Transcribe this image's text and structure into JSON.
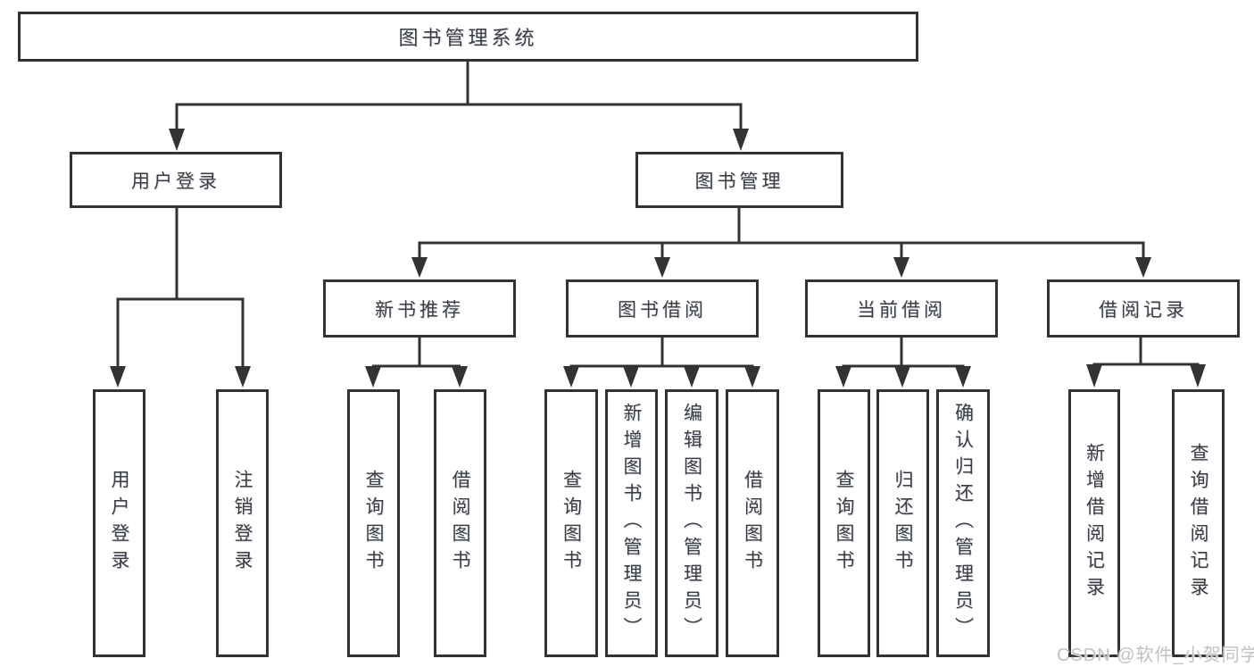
{
  "diagram": {
    "type": "hierarchy-tree",
    "tree": {
      "root": "图书管理系统",
      "children": [
        {
          "label": "用户登录",
          "children": [
            {
              "label": "用户登录"
            },
            {
              "label": "注销登录"
            }
          ]
        },
        {
          "label": "图书管理",
          "children": [
            {
              "label": "新书推荐",
              "children": [
                {
                  "label": "查询图书"
                },
                {
                  "label": "借阅图书"
                }
              ]
            },
            {
              "label": "图书借阅",
              "children": [
                {
                  "label": "查询图书"
                },
                {
                  "label": "新增图书（管理员）"
                },
                {
                  "label": "编辑图书（管理员）"
                },
                {
                  "label": "借阅图书"
                }
              ]
            },
            {
              "label": "当前借阅",
              "children": [
                {
                  "label": "查询图书"
                },
                {
                  "label": "归还图书"
                },
                {
                  "label": "确认归还（管理员）"
                }
              ]
            },
            {
              "label": "借阅记录",
              "children": [
                {
                  "label": "新增借阅记录"
                },
                {
                  "label": "查询借阅记录"
                }
              ]
            }
          ]
        }
      ]
    },
    "colors": {
      "line": "#333333",
      "text": "#3d3d3d",
      "background": "#ffffff",
      "watermark_text_color": "#c2c2c2"
    }
  },
  "watermark": {
    "text": "CSDN @软件_小贺同学"
  }
}
